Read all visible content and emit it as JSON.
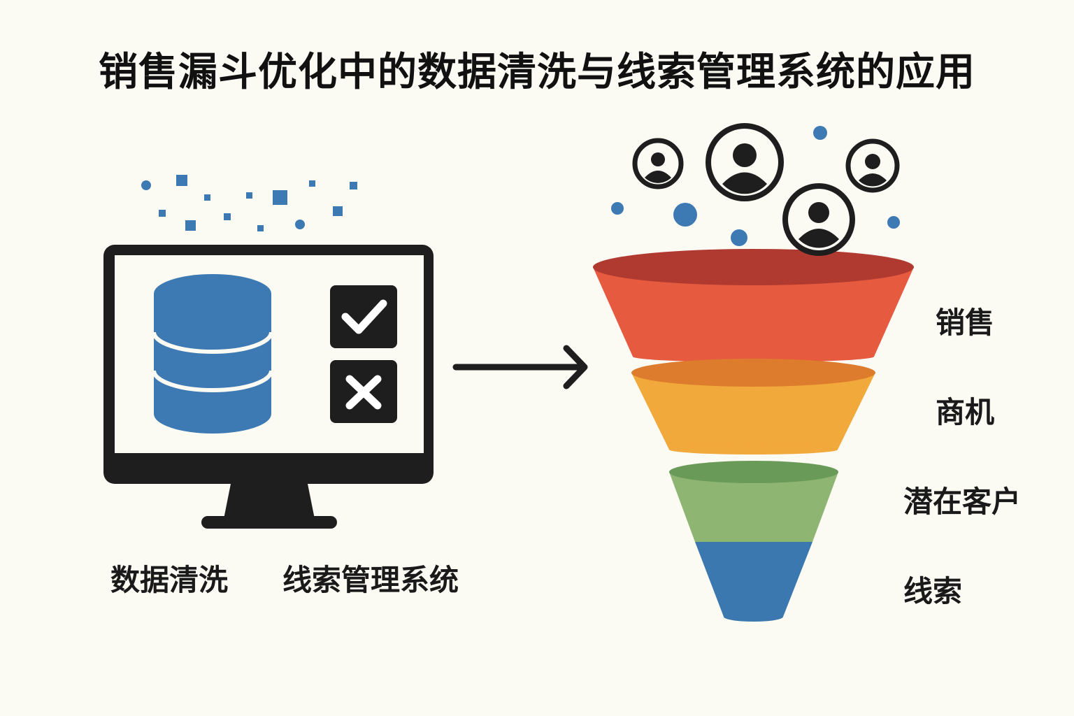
{
  "title": "销售漏斗优化中的数据清洗与线索管理系统的应用",
  "left_labels": {
    "data_cleaning": "数据清洗",
    "lead_management": "线索管理系统"
  },
  "funnel_stages": [
    {
      "label": "销售",
      "color": "#e65a3f",
      "top_color": "#b03a30"
    },
    {
      "label": "商机",
      "color": "#f2a93b",
      "top_color": "#de7c2e"
    },
    {
      "label": "潜在客户",
      "color": "#8fb572",
      "top_color": "#6a9a58"
    },
    {
      "label": "线索",
      "color": "#3b78b0",
      "top_color": "#3b78b0"
    }
  ],
  "colors": {
    "background": "#fbfaf3",
    "ink": "#1e1e1e",
    "database_blue": "#3d7ab3",
    "particle_blue": "#3d7ab3"
  },
  "icons": [
    "monitor-icon",
    "database-icon",
    "check-icon",
    "cross-icon",
    "arrow-right-icon",
    "person-icon"
  ]
}
